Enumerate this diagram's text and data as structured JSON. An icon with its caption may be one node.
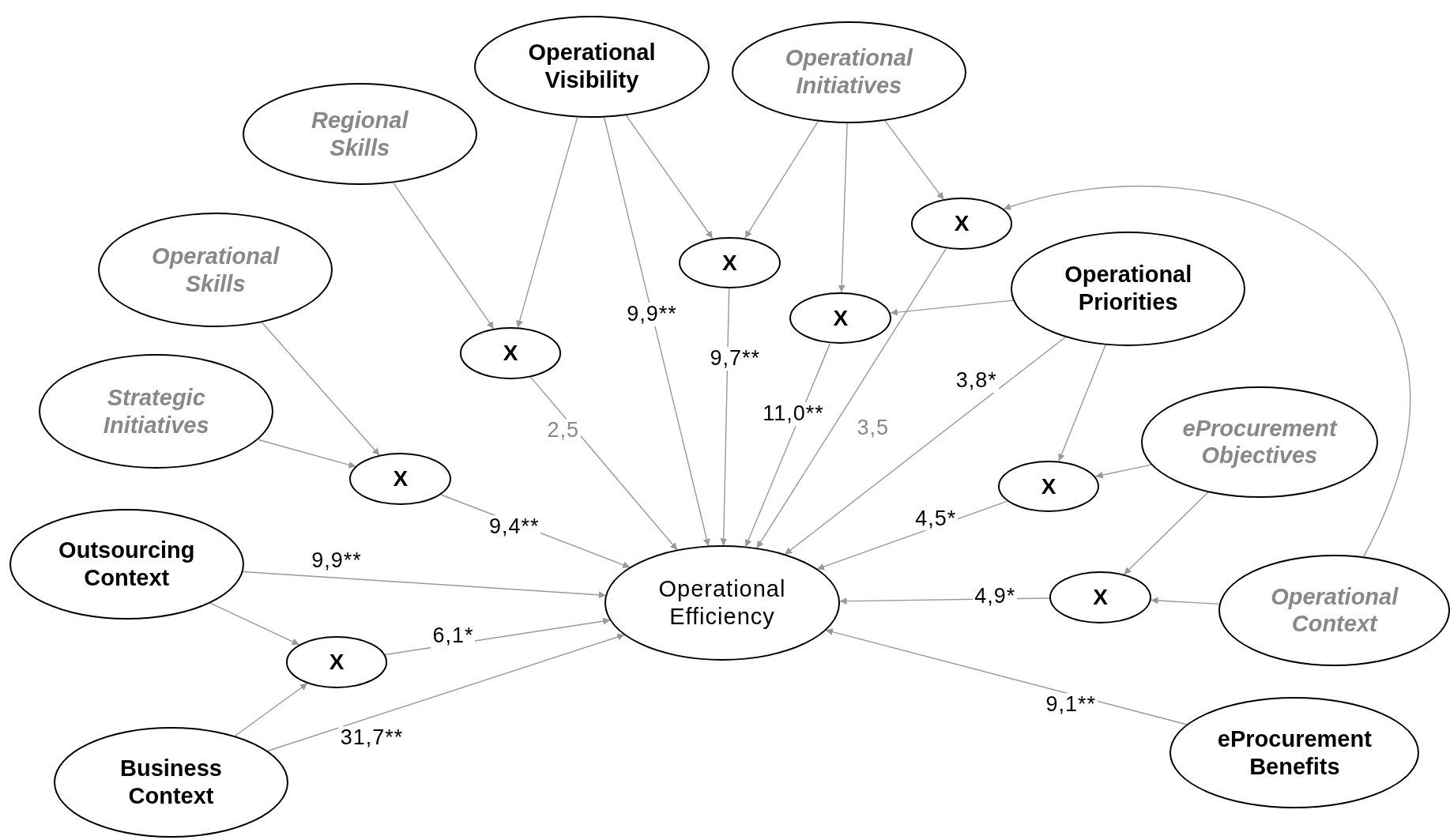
{
  "diagram": {
    "nodes": [
      {
        "text": [
          "Operational Visibility"
        ]
      },
      {
        "text": [
          "Operational Initiatives"
        ]
      },
      {
        "text": [
          "Regional Skills"
        ]
      },
      {
        "text": [
          "X"
        ]
      },
      {
        "text": [
          "X"
        ]
      },
      {
        "text": [
          "Operational Skills"
        ]
      },
      {
        "text": [
          "Operational Priorities"
        ]
      },
      {
        "text": [
          "X"
        ]
      },
      {
        "text": [
          "X"
        ]
      },
      {
        "text": [
          "Strategic Initiatives"
        ]
      },
      {
        "text": [
          "eProcurement Objectives"
        ]
      },
      {
        "text": [
          "X"
        ]
      },
      {
        "text": [
          "X"
        ]
      },
      {
        "text": [
          "Outsourcing Context"
        ]
      },
      {
        "text": [
          "X"
        ]
      },
      {
        "text": [
          "Operational Efficiency"
        ]
      },
      {
        "text": [
          "Operational Context"
        ]
      },
      {
        "text": [
          "X"
        ]
      },
      {
        "text": [
          "eProcurement Benefits"
        ]
      },
      {
        "text": [
          "Business Context"
        ]
      }
    ],
    "edges": [
      {
        "from": 0,
        "to": 8,
        "arrow": "to"
      },
      {
        "from": 0,
        "to": 4,
        "arrow": "to"
      },
      {
        "from": 0,
        "to": 15,
        "arrow": "to",
        "label": "9,9**"
      },
      {
        "from": 1,
        "to": 4,
        "arrow": "to"
      },
      {
        "from": 1,
        "to": 7,
        "arrow": "to"
      },
      {
        "from": 1,
        "to": 3,
        "arrow": "to"
      },
      {
        "from": 16,
        "to": 3,
        "arrow": "to"
      },
      {
        "from": 2,
        "to": 8,
        "arrow": "to"
      },
      {
        "from": 5,
        "to": 11,
        "arrow": "to"
      },
      {
        "from": 9,
        "to": 11,
        "arrow": "to"
      },
      {
        "from": 8,
        "to": 15,
        "arrow": "to",
        "label": "2,5"
      },
      {
        "from": 4,
        "to": 15,
        "arrow": "to",
        "label": "9,7**"
      },
      {
        "from": 7,
        "to": 15,
        "arrow": "to",
        "label": "11,0**"
      },
      {
        "from": 3,
        "to": 15,
        "arrow": "to",
        "label": "3,5"
      },
      {
        "from": 6,
        "to": 7,
        "arrow": "to"
      },
      {
        "from": 6,
        "to": 15,
        "arrow": "to",
        "label": "3,8*"
      },
      {
        "from": 6,
        "to": 12,
        "arrow": "to"
      },
      {
        "from": 10,
        "to": 12,
        "arrow": "to"
      },
      {
        "from": 10,
        "to": 14,
        "arrow": "to"
      },
      {
        "from": 16,
        "to": 14,
        "arrow": "to"
      },
      {
        "from": 12,
        "to": 15,
        "arrow": "to",
        "label": "4,5*"
      },
      {
        "from": 14,
        "to": 15,
        "arrow": "to",
        "label": "4,9*"
      },
      {
        "from": 11,
        "to": 15,
        "arrow": "to",
        "label": "9,4**"
      },
      {
        "from": 13,
        "to": 15,
        "arrow": "to",
        "label": "9,9**"
      },
      {
        "from": 13,
        "to": 17,
        "arrow": "to"
      },
      {
        "from": 19,
        "to": 17,
        "arrow": "to"
      },
      {
        "from": 17,
        "to": 15,
        "arrow": "to",
        "label": "6,1*"
      },
      {
        "from": 19,
        "to": 15,
        "arrow": "to",
        "label": "31,7**"
      },
      {
        "from": 18,
        "to": 15,
        "arrow": "to",
        "label": "9,1**"
      }
    ]
  }
}
